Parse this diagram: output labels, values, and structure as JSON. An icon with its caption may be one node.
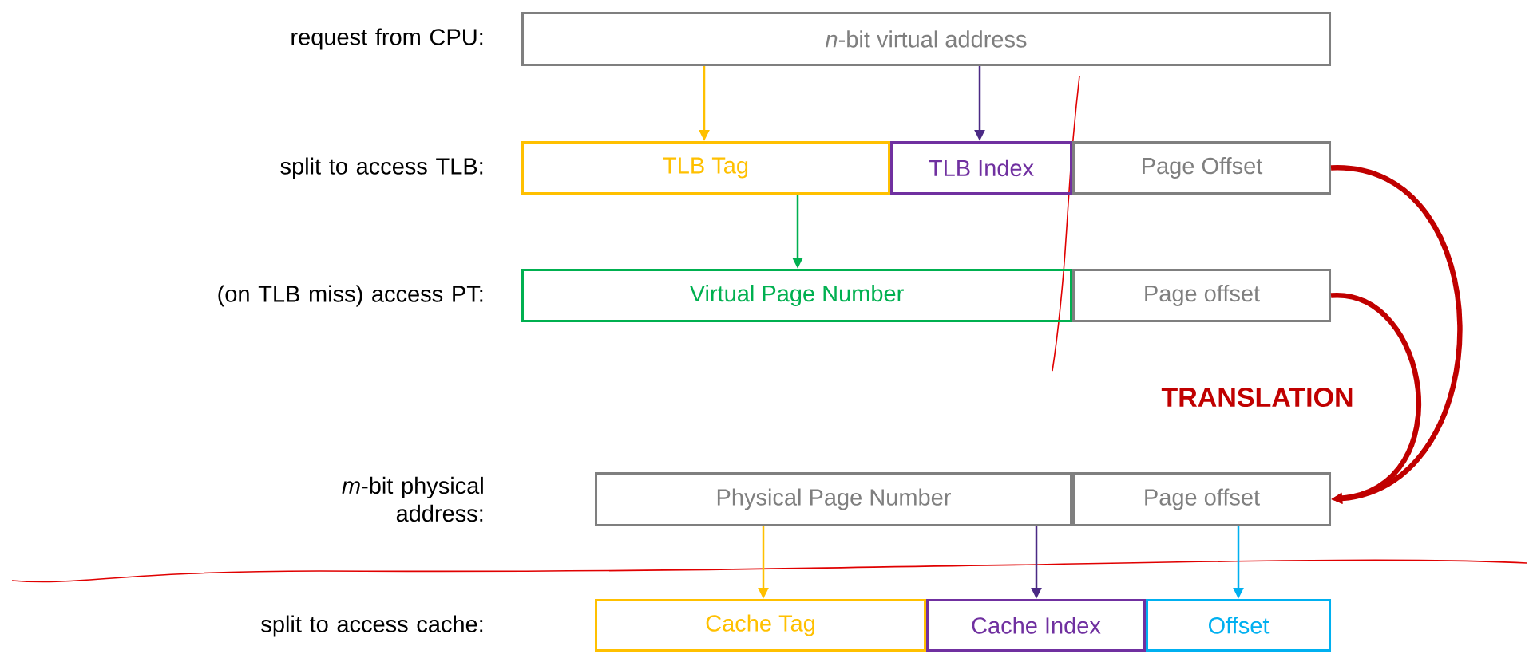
{
  "diagram": {
    "nodes": [
      {
        "text": [
          "*n*-bit virtual address"
        ]
      },
      {
        "text": [
          "TLB Tag"
        ]
      },
      {
        "text": [
          "TLB Index"
        ]
      },
      {
        "text": [
          "Page Offset"
        ]
      },
      {
        "text": [
          "Virtual Page Number"
        ]
      },
      {
        "text": [
          "Page offset"
        ]
      },
      {
        "text": [
          "Physical Page Number"
        ]
      },
      {
        "text": [
          "Page offset"
        ]
      },
      {
        "text": [
          "Cache Tag"
        ]
      },
      {
        "text": [
          "Cache Index"
        ]
      },
      {
        "text": [
          "Offset"
        ]
      }
    ],
    "edges": [
      {
        "from": 0,
        "to": 1,
        "arrow": "to",
        "color": "#ffc000"
      },
      {
        "from": 0,
        "to": 2,
        "arrow": "to",
        "color": "#4b2a85"
      },
      {
        "from": 1,
        "to": 4,
        "arrow": "to",
        "color": "#00b050"
      },
      {
        "from": 3,
        "to": 7,
        "arrow": "to",
        "style": "thick",
        "color": "#c00000"
      },
      {
        "from": 5,
        "to": 7,
        "arrow": "to",
        "style": "thick",
        "color": "#c00000"
      },
      {
        "from": 6,
        "to": 8,
        "arrow": "to",
        "color": "#ffc000"
      },
      {
        "from": 6,
        "to": 9,
        "arrow": "to",
        "color": "#4b2a85"
      },
      {
        "from": 7,
        "to": 10,
        "arrow": "to",
        "color": "#00b0f0"
      }
    ],
    "labels": [
      "request from CPU:",
      "split to access TLB:",
      "(on TLB miss) access PT:",
      "TRANSLATION",
      "*m*-bit physical address:",
      "split to access cache:"
    ]
  }
}
